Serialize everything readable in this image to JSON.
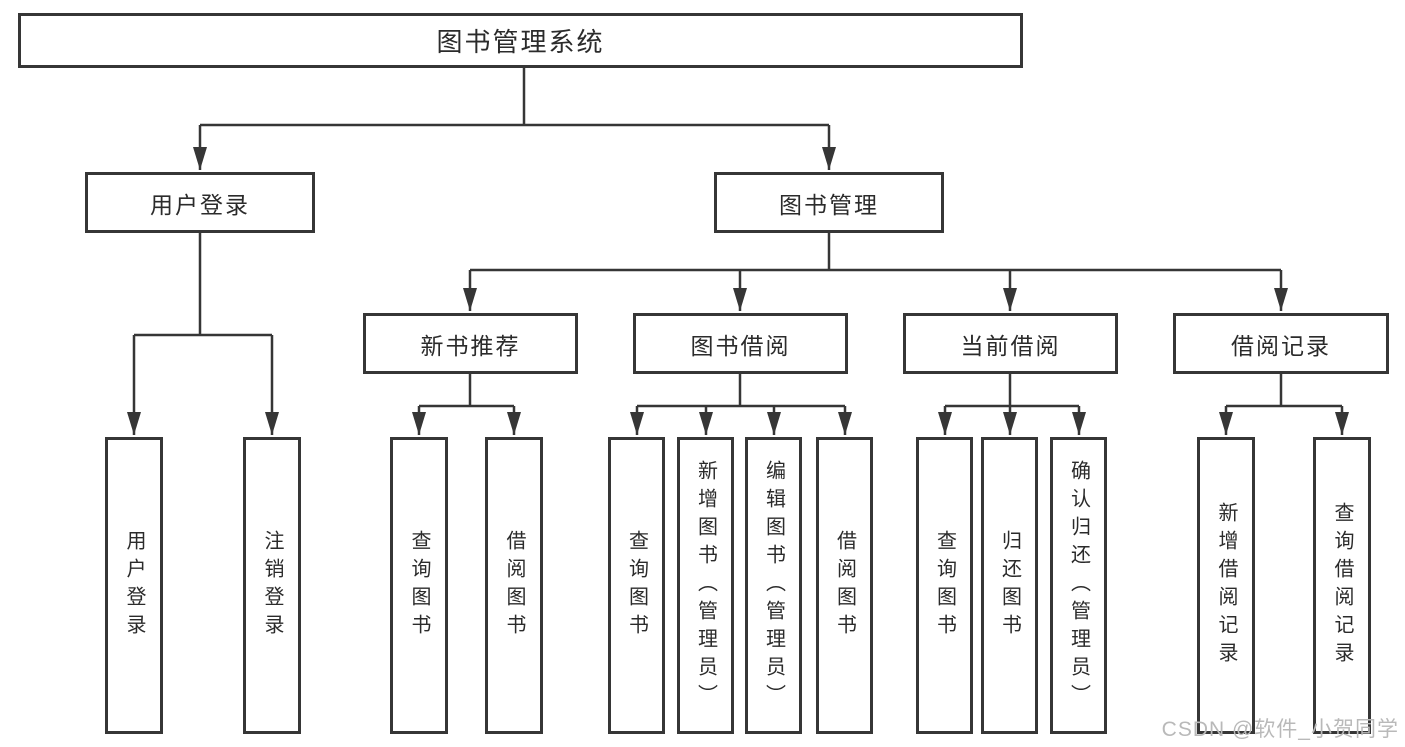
{
  "colors": {
    "line": "#363636",
    "box_border": "#363636",
    "text": "#2b2b2b",
    "watermark": "#b9b9b9",
    "background": "#ffffff"
  },
  "nodes": {
    "root": "图书管理系统",
    "user_login": "用户登录",
    "book_management": "图书管理",
    "new_book_recommendation": "新书推荐",
    "book_borrowing": "图书借阅",
    "current_borrowing": "当前借阅",
    "borrowing_records": "借阅记录"
  },
  "leaves": [
    {
      "parent": "用户登录",
      "label": "用户登录"
    },
    {
      "parent": "用户登录",
      "label": "注销登录"
    },
    {
      "parent": "新书推荐",
      "label": "查询图书"
    },
    {
      "parent": "新书推荐",
      "label": "借阅图书"
    },
    {
      "parent": "图书借阅",
      "label": "查询图书"
    },
    {
      "parent": "图书借阅",
      "label": "新增图书（管理员）"
    },
    {
      "parent": "图书借阅",
      "label": "编辑图书（管理员）"
    },
    {
      "parent": "图书借阅",
      "label": "借阅图书"
    },
    {
      "parent": "当前借阅",
      "label": "查询图书"
    },
    {
      "parent": "当前借阅",
      "label": "归还图书"
    },
    {
      "parent": "当前借阅",
      "label": "确认归还（管理员）"
    },
    {
      "parent": "借阅记录",
      "label": "新增借阅记录"
    },
    {
      "parent": "借阅记录",
      "label": "查询借阅记录"
    }
  ],
  "watermark": {
    "text": "CSDN @软件_小贺同学"
  }
}
